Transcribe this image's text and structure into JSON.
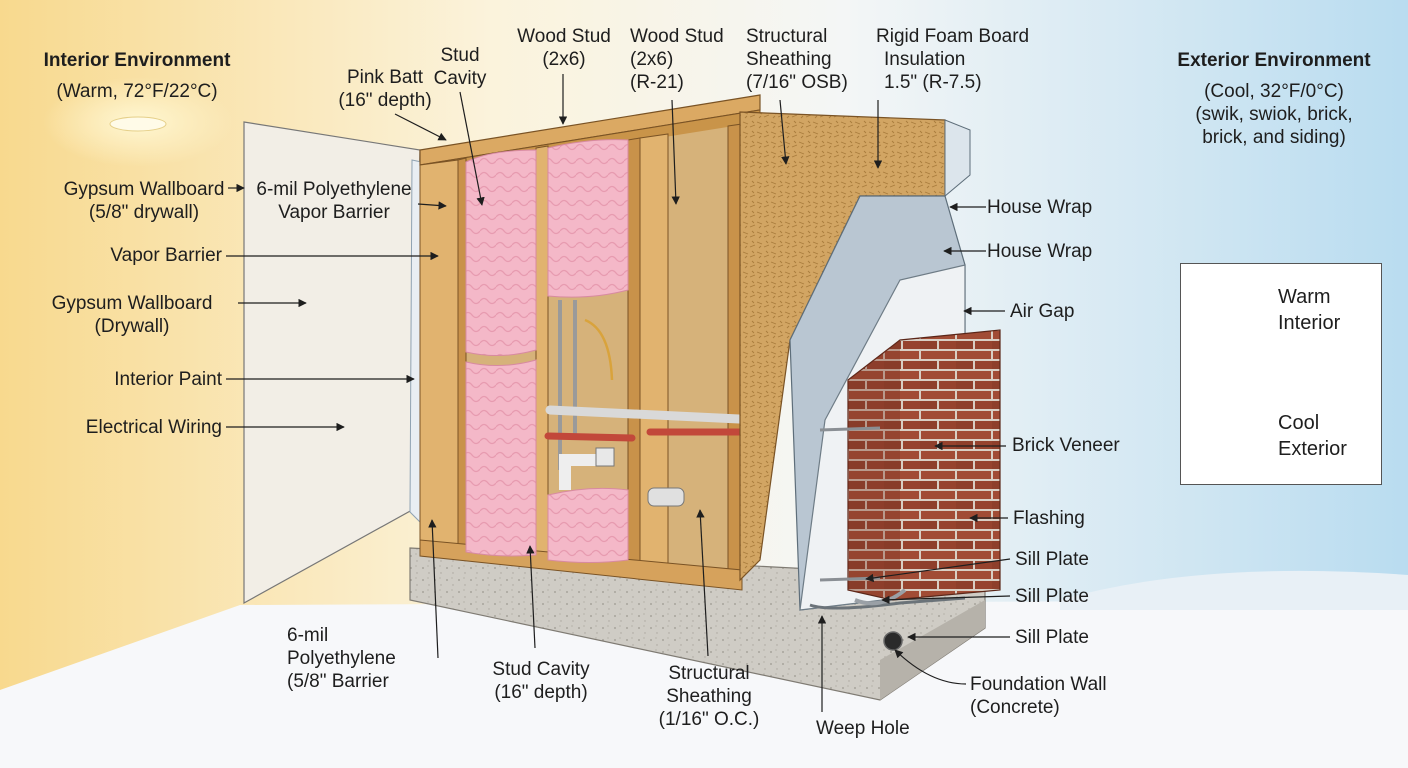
{
  "colors": {
    "warm": "#f8d98e",
    "cool": "#b9dcf0",
    "insulation": "#f3b3c4",
    "wood": "#d8a65b",
    "osb": "#cfa25e",
    "brick": "#9c4630",
    "foam": "#b7c6d0",
    "concrete": "#c9c6bf",
    "arrow_warm": "#e85a2c",
    "arrow_cool": "#3d8fd6"
  },
  "interior": {
    "title": "Interior Environment",
    "subtitle": "(Warm, 72°F/22°C)"
  },
  "exterior": {
    "title": "Exterior Environment",
    "lines": [
      "(Cool, 32°F/0°C)",
      "(swik, swiok, brick,",
      "brick, and siding)"
    ]
  },
  "top_labels": {
    "pink_batt": [
      "Pink Batt",
      "(16\" depth)"
    ],
    "stud_cavity": [
      "Stud",
      "Cavity"
    ],
    "wood_stud_1": [
      "Wood Stud",
      "(2x6)"
    ],
    "wood_stud_2": [
      "Wood Stud",
      "(2x6)",
      "(R-21)"
    ],
    "structural_sheathing": [
      "Structural",
      "Sheathing",
      "(7/16\" OSB)"
    ],
    "rigid_foam": [
      "Rigid Foam Board",
      "Insulation",
      "1.5\" (R-7.5)"
    ]
  },
  "left_labels": {
    "gypsum_58": [
      "Gypsum Wallboard",
      "(5/8\" drywall)"
    ],
    "poly_vapor": [
      "6-mil Polyethylene",
      "Vapor Barrier"
    ],
    "vapor_barrier": [
      "Vapor Barrier"
    ],
    "gypsum_drywall": [
      "Gypsum Wallboard",
      "(Drywall)"
    ],
    "interior_paint": [
      "Interior Paint"
    ],
    "electrical_wiring": [
      "Electrical Wiring"
    ]
  },
  "right_labels": {
    "house_wrap_1": [
      "House Wrap"
    ],
    "house_wrap_2": [
      "House Wrap"
    ],
    "air_gap": [
      "Air Gap"
    ],
    "brick_veneer": [
      "Brick Veneer"
    ],
    "flashing": [
      "Flashing"
    ],
    "sill_plate_1": [
      "Sill Plate"
    ],
    "sill_plate_2": [
      "Sill Plate"
    ],
    "sill_plate_3": [
      "Sill Plate"
    ],
    "foundation_wall": [
      "Foundation Wall",
      "(Concrete)"
    ]
  },
  "bottom_labels": {
    "poly_58": [
      "6-mil",
      "Polyethylene",
      "(5/8\" Barrier"
    ],
    "stud_cavity_16": [
      "Stud Cavity",
      "(16\" depth)"
    ],
    "structural_sheathing_oc": [
      "Structural",
      "Sheathing",
      "(1/16\" O.C.)"
    ],
    "weep_hole": [
      "Weep Hole"
    ]
  },
  "legend": {
    "warm_lines": [
      "Warm",
      "Interior"
    ],
    "cool_lines": [
      "Cool",
      "Exterior"
    ]
  }
}
